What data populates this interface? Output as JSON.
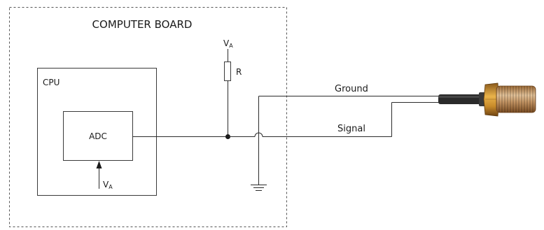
{
  "board": {
    "title": "COMPUTER BOARD"
  },
  "cpu": {
    "label": "CPU"
  },
  "adc": {
    "label": "ADC",
    "supply_main": "V",
    "supply_sub": "A"
  },
  "pullup": {
    "supply_main": "V",
    "supply_sub": "A",
    "resistor_label": "R"
  },
  "cable": {
    "ground_label": "Ground",
    "signal_label": "Signal"
  },
  "sensor": {
    "icon": "threaded-sensor-icon"
  },
  "colors": {
    "line": "#2b2b2b",
    "sensor_brass": "#c8a070",
    "cable": "#2a2a2a"
  }
}
